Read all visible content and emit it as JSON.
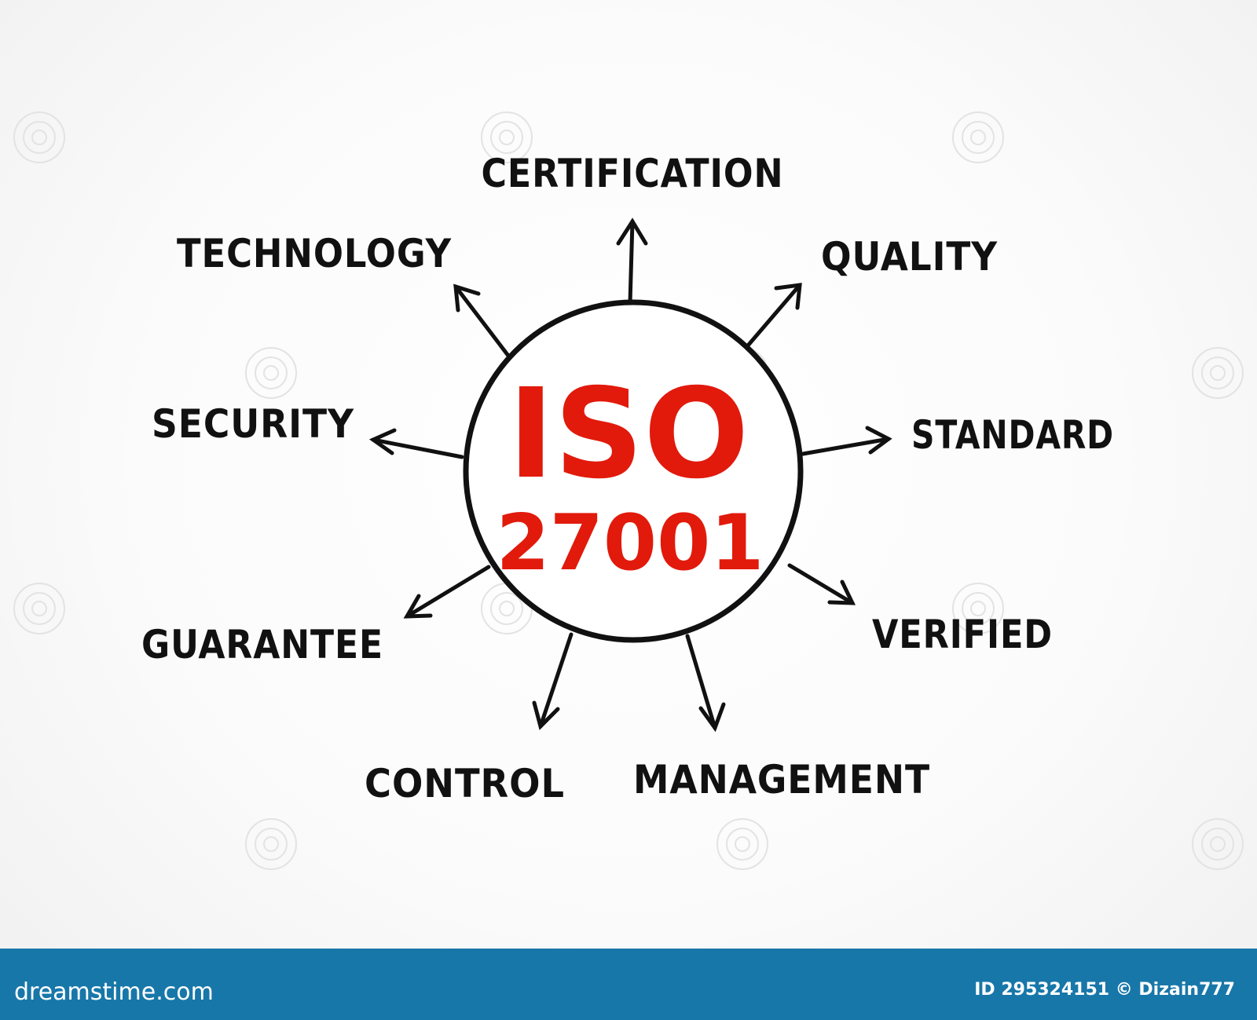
{
  "center": {
    "line1": "ISO",
    "line2": "27001"
  },
  "labels": {
    "certification": "CERTIFICATION",
    "quality": "QUALITY",
    "standard": "STANDARD",
    "verified": "VERIFIED",
    "management": "MANAGEMENT",
    "control": "CONTROL",
    "guarantee": "GUARANTEE",
    "security": "SECURITY",
    "technology": "TECHNOLOGY"
  },
  "footer": {
    "site": "dreamstime.com",
    "credit": "ID 295324151 © Dizain777"
  },
  "colors": {
    "center_text": "#e11a0c",
    "ink": "#111111",
    "footer_bar": "#1877a9"
  }
}
